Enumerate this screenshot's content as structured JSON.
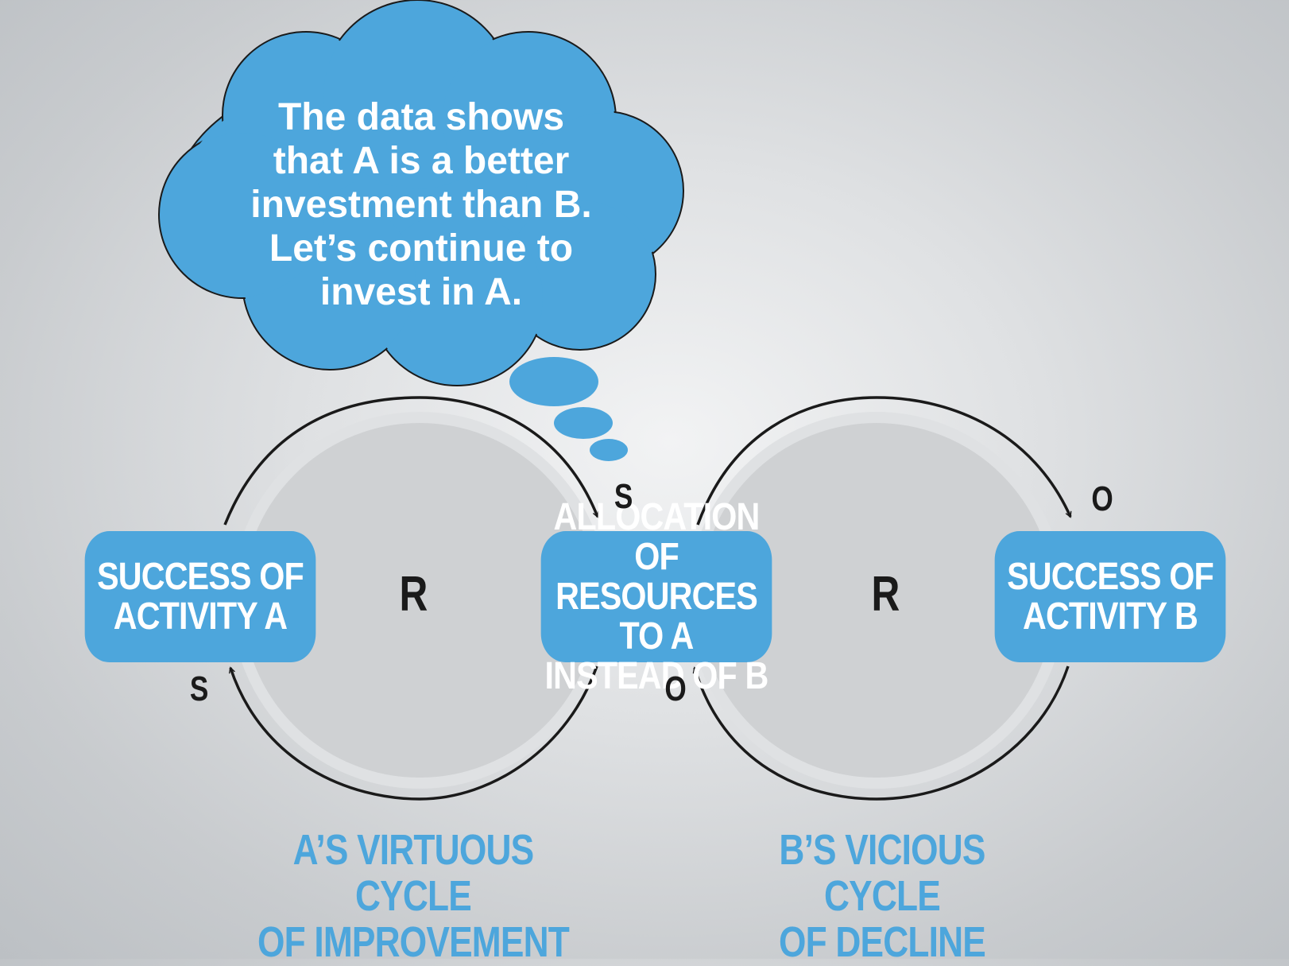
{
  "thought_bubble": {
    "text": "The data shows\nthat A is a better\ninvestment than B.\nLet’s continue to\ninvest in A."
  },
  "nodes": {
    "success_a": "SUCCESS OF\nACTIVITY A",
    "allocation": "ALLOCATION OF\nRESOURCES TO A\nINSTEAD OF B",
    "success_b": "SUCCESS OF\nACTIVITY B"
  },
  "loops": {
    "left": {
      "type": "R",
      "caption": "A’S VIRTUOUS CYCLE\nOF IMPROVEMENT"
    },
    "right": {
      "type": "R",
      "caption": "B’S VICIOUS CYCLE\nOF DECLINE"
    }
  },
  "polarities": {
    "left_top": "S",
    "left_bottom": "S",
    "right_top": "O",
    "right_bottom": "O"
  },
  "colors": {
    "accent": "#4da6dc",
    "arrow": "#1a1a1a",
    "loop_fill": "#cfd1d3"
  }
}
